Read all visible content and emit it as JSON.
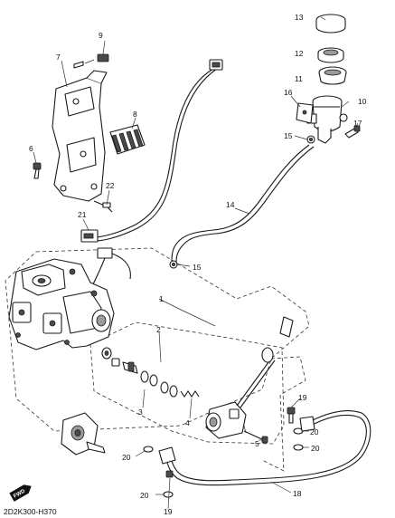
{
  "diagram": {
    "code": "2D2K300-H370",
    "fwd_badge": "FWD",
    "callouts": {
      "c1": "1",
      "c2": "2",
      "c3": "3",
      "c4": "4",
      "c5": "5",
      "c6": "6",
      "c7": "7",
      "c8": "8",
      "c9": "9",
      "c10": "10",
      "c11": "11",
      "c12": "12",
      "c13": "13",
      "c14": "14",
      "c15a": "15",
      "c15b": "15",
      "c16": "16",
      "c17": "17",
      "c18": "18",
      "c19a": "19",
      "c19b": "19",
      "c20a": "20",
      "c20b": "20",
      "c20c": "20",
      "c20d": "20",
      "c21": "21",
      "c22": "22"
    }
  }
}
